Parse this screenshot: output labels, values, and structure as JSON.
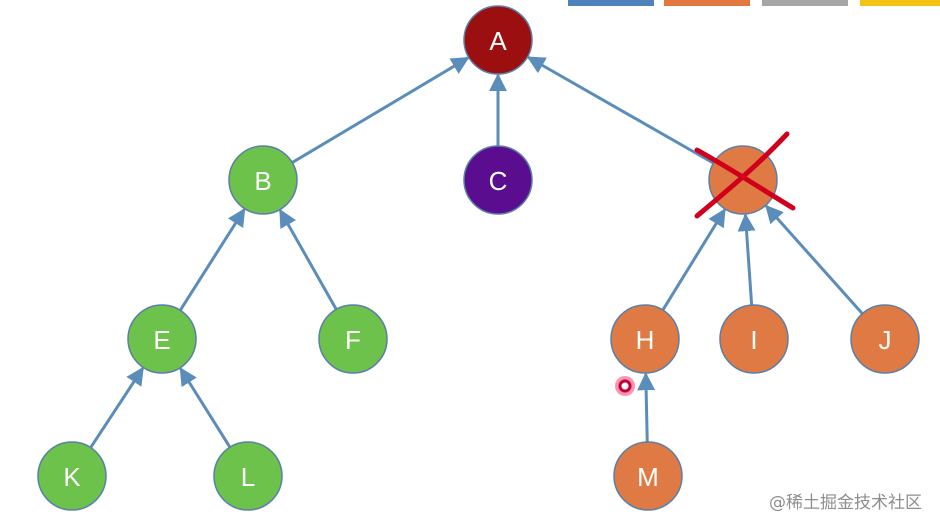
{
  "legend": {
    "swatches": [
      "#4f81bd",
      "#e07840",
      "#a6a6a6",
      "#f2c314"
    ]
  },
  "colors": {
    "edge": "#5b8dba",
    "removed_mark": "#d0001c"
  },
  "nodes": {
    "A": {
      "label": "A",
      "color": "#9b0f10"
    },
    "B": {
      "label": "B",
      "color": "#6cc24a"
    },
    "C": {
      "label": "C",
      "color": "#5a0e8f"
    },
    "D": {
      "label": "",
      "color": "#e07a44",
      "removed": true
    },
    "E": {
      "label": "E",
      "color": "#6cc24a"
    },
    "F": {
      "label": "F",
      "color": "#6cc24a"
    },
    "H": {
      "label": "H",
      "color": "#e07a44"
    },
    "I": {
      "label": "I",
      "color": "#e07a44"
    },
    "J": {
      "label": "J",
      "color": "#e07a44"
    },
    "K": {
      "label": "K",
      "color": "#6cc24a"
    },
    "L": {
      "label": "L",
      "color": "#6cc24a"
    },
    "M": {
      "label": "M",
      "color": "#e07a44"
    }
  },
  "edges": [
    [
      "B",
      "A"
    ],
    [
      "C",
      "A"
    ],
    [
      "D",
      "A"
    ],
    [
      "E",
      "B"
    ],
    [
      "F",
      "B"
    ],
    [
      "K",
      "E"
    ],
    [
      "L",
      "E"
    ],
    [
      "H",
      "D"
    ],
    [
      "I",
      "D"
    ],
    [
      "J",
      "D"
    ],
    [
      "M",
      "H"
    ]
  ],
  "watermark": "@稀土掘金技术社区"
}
